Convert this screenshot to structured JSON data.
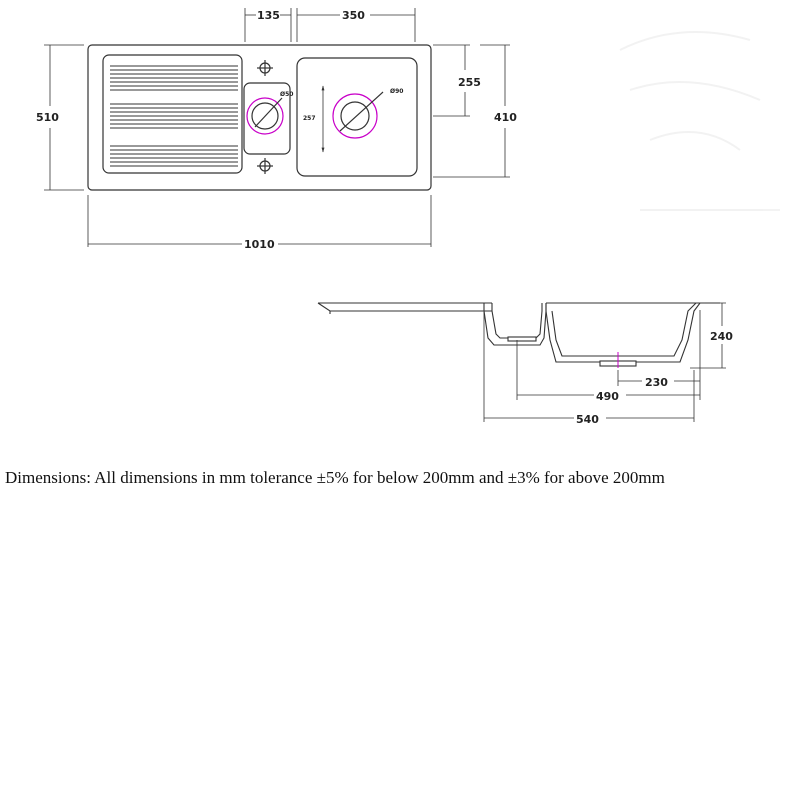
{
  "diagram": {
    "top_view": {
      "dim_bowl_offset": "135",
      "dim_main_bowl_width": "350",
      "dim_overall_depth": "510",
      "dim_overall_width": "1010",
      "dim_waste_to_back": "255",
      "dim_bowl_depth": "410",
      "dim_small_bowl_depth": "257",
      "dim_small_waste_dia": "Ø50",
      "dim_main_waste_dia": "Ø90"
    },
    "section_view": {
      "dim_bowl_height": "240",
      "dim_waste_offset": "230",
      "dim_inner_width": "490",
      "dim_outer_width": "540"
    }
  },
  "footnote": "Dimensions: All dimensions in mm tolerance ±5% for below 200mm and ±3% for above 200mm",
  "colors": {
    "line": "#333333",
    "waste_ring": "#c800c8",
    "background": "#ffffff"
  }
}
